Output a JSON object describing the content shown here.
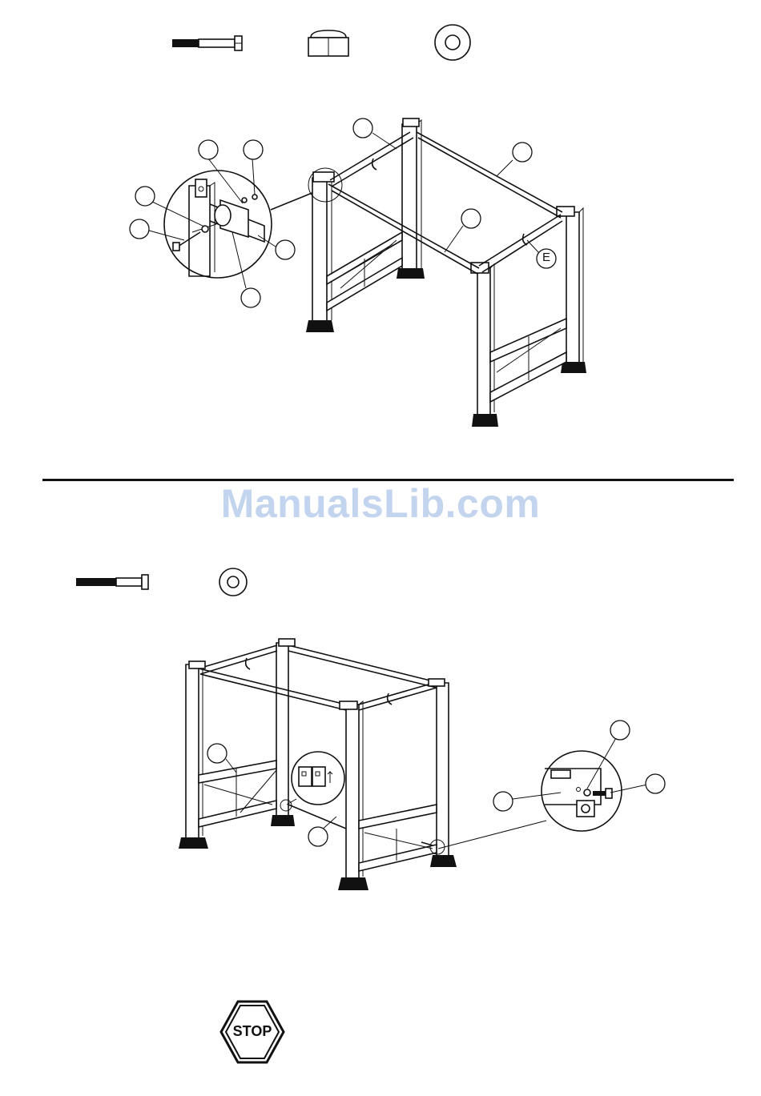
{
  "watermark": "ManualsLib.com",
  "callouts": {
    "top_e": "E"
  },
  "stop_sign": {
    "label": "STOP",
    "color": "#111111"
  },
  "divider_color": "#111111",
  "icons": {
    "step1_parts": [
      "bolt-icon",
      "cap-nut-icon",
      "washer-icon"
    ],
    "step2_parts": [
      "bolt-icon",
      "washer-icon"
    ]
  }
}
